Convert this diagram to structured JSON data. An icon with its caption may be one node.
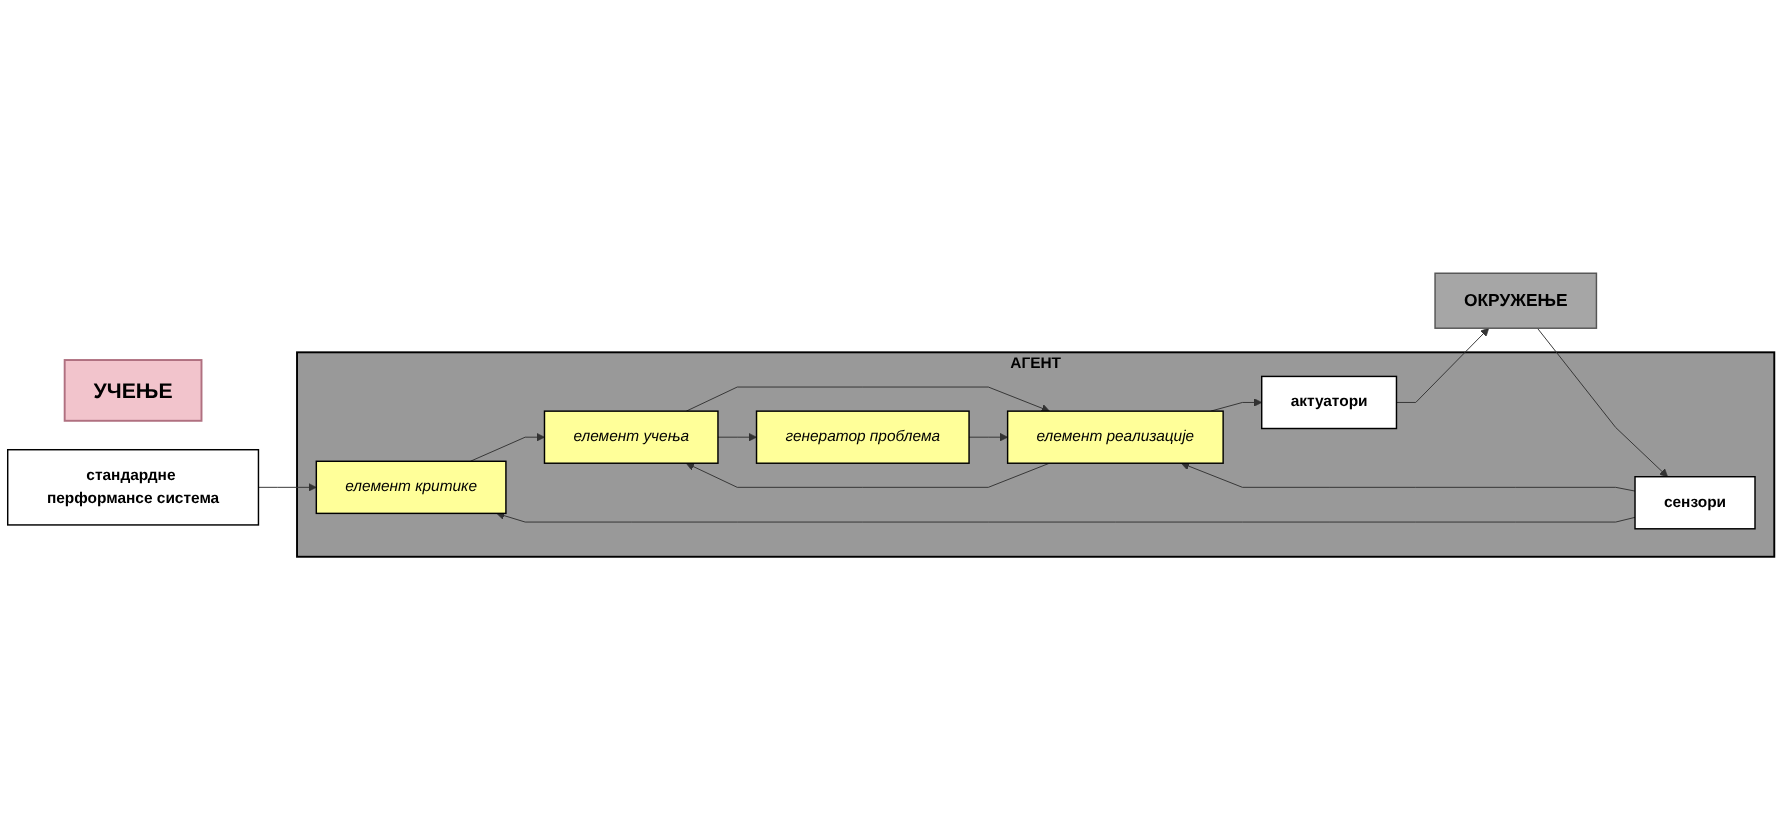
{
  "diagram": {
    "nodes": [
      {
        "text": [
          "УЧЕЊЕ"
        ]
      },
      {
        "text": [
          "АГЕНТ"
        ]
      },
      {
        "text": [
          "стандардне перформансе система"
        ]
      },
      {
        "text": [
          "елемент критике"
        ],
        "in": 1
      },
      {
        "text": [
          "сензори"
        ],
        "in": 1
      },
      {
        "text": [
          "елемент учења"
        ],
        "in": 1
      },
      {
        "text": [
          "елемент реализације"
        ],
        "in": 1
      },
      {
        "text": [
          "генератор проблема"
        ],
        "in": 1
      },
      {
        "text": [
          "актуатори"
        ],
        "in": 1
      },
      {
        "text": [
          "ОКРУЖЕЊЕ"
        ]
      }
    ],
    "edges": [
      {
        "from": 2,
        "to": 3,
        "arrow": "to"
      },
      {
        "from": 4,
        "to": 3,
        "arrow": "to"
      },
      {
        "from": 9,
        "to": 4,
        "arrow": "to"
      },
      {
        "from": 3,
        "to": 5,
        "arrow": "to"
      },
      {
        "from": 4,
        "to": 6,
        "arrow": "to"
      },
      {
        "from": 5,
        "to": 6,
        "arrow": "to"
      },
      {
        "from": 6,
        "to": 5,
        "arrow": "to"
      },
      {
        "from": 5,
        "to": 7,
        "arrow": "to"
      },
      {
        "from": 7,
        "to": 6,
        "arrow": "to"
      },
      {
        "from": 6,
        "to": 8,
        "arrow": "to"
      },
      {
        "from": 8,
        "to": 9,
        "arrow": "to"
      }
    ]
  }
}
